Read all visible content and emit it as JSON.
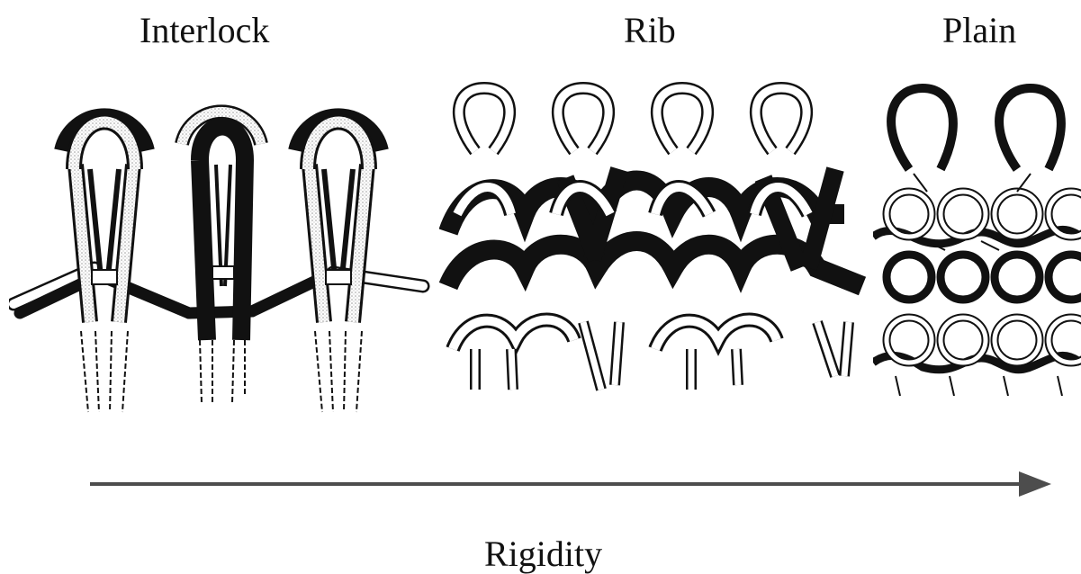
{
  "panels": {
    "interlock": {
      "label": "Interlock"
    },
    "rib": {
      "label": "Rib"
    },
    "plain": {
      "label": "Plain"
    }
  },
  "axis": {
    "label": "Rigidity",
    "direction": "left-to-right"
  },
  "colors": {
    "ink": "#111111",
    "arrow": "#4d4d4d",
    "yarn_fill": "#ffffff",
    "stipple": "#cfcfcf"
  }
}
